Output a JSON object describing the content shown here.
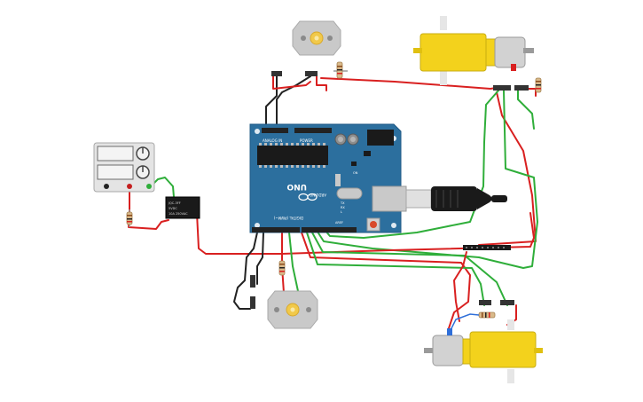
{
  "board": {
    "name": "UNO",
    "brand": "ARDUINO",
    "analog_header": "ANALOG IN",
    "power_header": "POWER",
    "digital_header": "DIGITAL (PWM~)",
    "tx_label": "TX",
    "rx_label": "RX",
    "on_label": "ON",
    "l_label": "L",
    "aref_label": "AREF"
  },
  "relay": {
    "line1": "JQC-3FF",
    "line2": "5VDC",
    "line3": "10A 250VAC"
  },
  "colors": {
    "board_blue": "#2c6f9e",
    "wire_red": "#d92020",
    "wire_green": "#2fae3a",
    "wire_black": "#222222",
    "gearbox_yellow": "#f3d21c",
    "motor_gray": "#c9c9c9"
  },
  "components": [
    "arduino-uno",
    "power-supply",
    "relay",
    "dc-motor-top",
    "dc-motor-bottom",
    "gear-motor-top-right",
    "gear-motor-bottom-right",
    "usb-cable",
    "header-strip"
  ]
}
